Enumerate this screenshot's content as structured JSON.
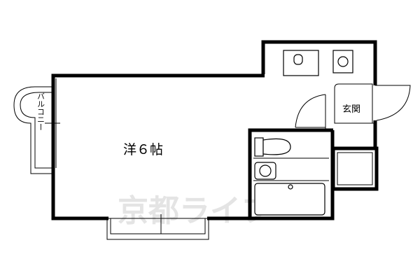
{
  "plan": {
    "rooms": {
      "main_room": "洋６帖",
      "balcony": "バルコニー",
      "entrance": "玄関"
    },
    "watermark": "京都ライフ"
  }
}
